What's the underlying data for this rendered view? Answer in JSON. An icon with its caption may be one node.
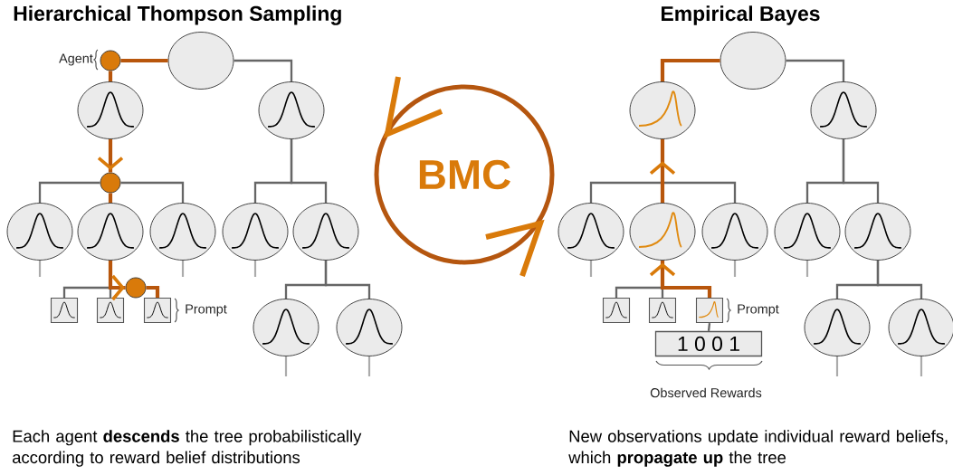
{
  "diagram": {
    "nodes": [
      {
        "text": [],
        "shape": "ellipse"
      },
      {
        "text": [],
        "shape": "circle",
        "beside": [
          "Agent"
        ]
      },
      {
        "text": [],
        "shape": "ellipse"
      },
      {
        "text": [],
        "shape": "ellipse"
      },
      {
        "text": [],
        "shape": "circle"
      },
      {
        "text": [],
        "shape": "ellipse"
      },
      {
        "text": [],
        "shape": "ellipse"
      },
      {
        "text": [],
        "shape": "ellipse"
      },
      {
        "text": [],
        "shape": "ellipse"
      },
      {
        "text": [],
        "shape": "ellipse"
      },
      {
        "text": [],
        "shape": "circle"
      },
      {
        "text": [],
        "shape": "box"
      },
      {
        "text": [],
        "shape": "box"
      },
      {
        "text": [],
        "shape": "box",
        "beside": [
          "Prompt"
        ]
      },
      {
        "text": [],
        "shape": "ellipse"
      },
      {
        "text": [],
        "shape": "ellipse"
      },
      {
        "text": [
          "BMC"
        ]
      },
      {
        "text": [],
        "shape": "ellipse"
      },
      {
        "text": [],
        "shape": "ellipse"
      },
      {
        "text": [],
        "shape": "ellipse"
      },
      {
        "text": [],
        "shape": "ellipse"
      },
      {
        "text": [],
        "shape": "ellipse"
      },
      {
        "text": [],
        "shape": "ellipse"
      },
      {
        "text": [],
        "shape": "ellipse"
      },
      {
        "text": [],
        "shape": "ellipse"
      },
      {
        "text": [],
        "shape": "box"
      },
      {
        "text": [],
        "shape": "box"
      },
      {
        "text": [],
        "shape": "box",
        "beside": [
          "Prompt"
        ]
      },
      {
        "text": [
          "1 0 0 1"
        ],
        "beside": [
          "Observed Rewards"
        ]
      },
      {
        "text": [],
        "shape": "ellipse"
      },
      {
        "text": [],
        "shape": "ellipse"
      }
    ],
    "edges": [
      {
        "from": 0,
        "to": 1,
        "arrow": "none",
        "style": "thick",
        "color": "#b8560c"
      },
      {
        "from": 1,
        "to": 2,
        "arrow": "none",
        "style": "thick",
        "color": "#b8560c"
      },
      {
        "from": 0,
        "to": 3,
        "arrow": "none"
      },
      {
        "from": 2,
        "to": 4,
        "arrow": "to",
        "style": "thick",
        "color": "#b8560c"
      },
      {
        "from": 4,
        "to": 5,
        "arrow": "none"
      },
      {
        "from": 4,
        "to": 6,
        "arrow": "none",
        "style": "thick",
        "color": "#b8560c"
      },
      {
        "from": 4,
        "to": 7,
        "arrow": "none"
      },
      {
        "from": 3,
        "to": 8,
        "arrow": "none"
      },
      {
        "from": 3,
        "to": 9,
        "arrow": "none"
      },
      {
        "from": 6,
        "to": 10,
        "arrow": "to",
        "style": "thick",
        "color": "#b8560c"
      },
      {
        "from": 6,
        "to": 11,
        "arrow": "none"
      },
      {
        "from": 6,
        "to": 12,
        "arrow": "none"
      },
      {
        "from": 10,
        "to": 13,
        "arrow": "none",
        "style": "thick",
        "color": "#b8560c"
      },
      {
        "from": 9,
        "to": 14,
        "arrow": "none"
      },
      {
        "from": 9,
        "to": 15,
        "arrow": "none"
      },
      {
        "from": 17,
        "to": 18,
        "arrow": "none",
        "style": "thick",
        "color": "#b8560c"
      },
      {
        "from": 17,
        "to": 19,
        "arrow": "none"
      },
      {
        "from": 21,
        "to": 18,
        "arrow": "to",
        "style": "thick",
        "color": "#b8560c"
      },
      {
        "from": 18,
        "to": 20,
        "arrow": "none"
      },
      {
        "from": 18,
        "to": 22,
        "arrow": "none"
      },
      {
        "from": 19,
        "to": 23,
        "arrow": "none"
      },
      {
        "from": 19,
        "to": 24,
        "arrow": "none"
      },
      {
        "from": 27,
        "to": 21,
        "arrow": "to",
        "style": "thick",
        "color": "#b8560c"
      },
      {
        "from": 21,
        "to": 25,
        "arrow": "none"
      },
      {
        "from": 21,
        "to": 26,
        "arrow": "none"
      },
      {
        "from": 28,
        "to": 27,
        "arrow": "none"
      },
      {
        "from": 24,
        "to": 29,
        "arrow": "none"
      },
      {
        "from": 24,
        "to": 30,
        "arrow": "none"
      }
    ],
    "labels": [
      "Hierarchical Thompson Sampling",
      "Empirical Bayes",
      "Each agent **descends** the tree probabilistically according to reward belief distributions",
      "New observations update individual reward beliefs, which **propagate up** the tree"
    ]
  }
}
